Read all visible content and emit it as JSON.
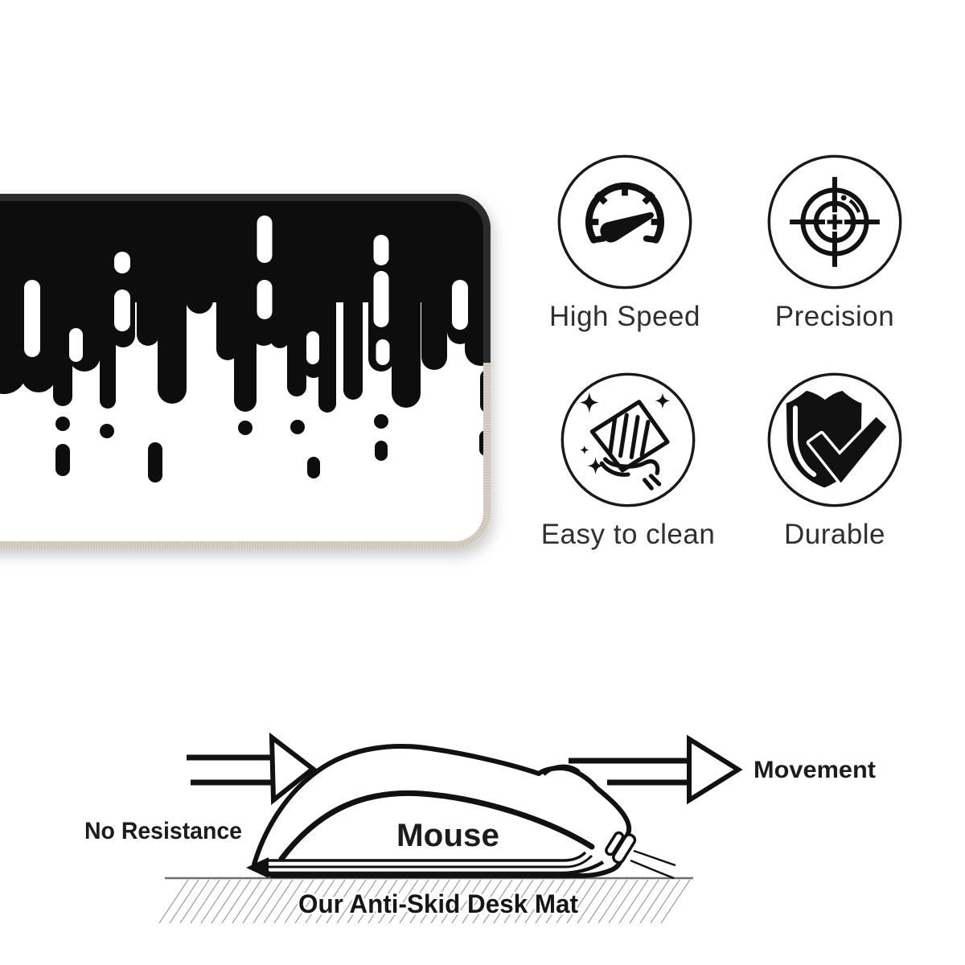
{
  "page": {
    "background_color": "#ffffff"
  },
  "mousepad": {
    "name": "desk-mat-preview",
    "pattern": "black-white-melting-drips",
    "colors": {
      "print": "#0d0d0d",
      "surface": "#ffffff",
      "stitch": "#d9d1c5",
      "stitch_thread": "#b3a996",
      "rim": "#2c2c2c"
    }
  },
  "features": [
    {
      "icon": "speedometer-icon",
      "label": "High Speed"
    },
    {
      "icon": "crosshair-target-icon",
      "label": "Precision"
    },
    {
      "icon": "wipe-clean-icon",
      "label": "Easy to clean"
    },
    {
      "icon": "shield-check-icon",
      "label": "Durable"
    }
  ],
  "diagram": {
    "no_resistance_label": "No Resistance",
    "movement_label": "Movement",
    "mouse_label": "Mouse",
    "surface_label": "Our Anti-Skid Desk Mat",
    "ink_color": "#111111",
    "ground_color": "#6e6e6e",
    "hatch_color": "#a2a2a2"
  }
}
